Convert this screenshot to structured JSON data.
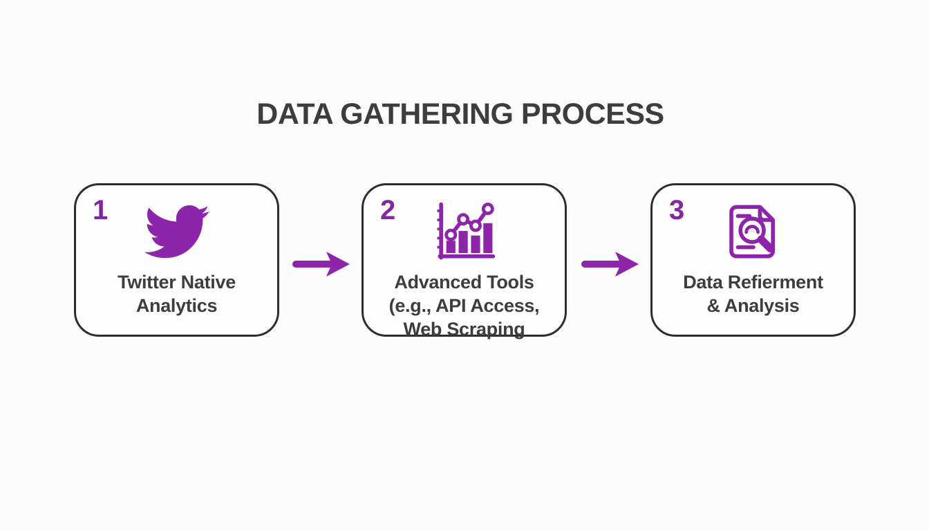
{
  "title": "DATA GATHERING PROCESS",
  "colors": {
    "accent_purple": "#8e24aa",
    "card_border": "#2d2d2d",
    "text_dark": "#3d3d3d",
    "background": "#fcfcfc"
  },
  "steps": [
    {
      "number": "1",
      "icon": "twitter-bird-icon",
      "label": "Twitter Native\nAnalytics"
    },
    {
      "number": "2",
      "icon": "bar-chart-trend-icon",
      "label": "Advanced Tools\n(e.g., API Access,\nWeb Scraping"
    },
    {
      "number": "3",
      "icon": "document-magnifier-icon",
      "label": "Data Refierment\n& Analysis"
    }
  ],
  "connectors": [
    {
      "icon": "arrow-right-icon"
    },
    {
      "icon": "arrow-right-icon"
    }
  ]
}
